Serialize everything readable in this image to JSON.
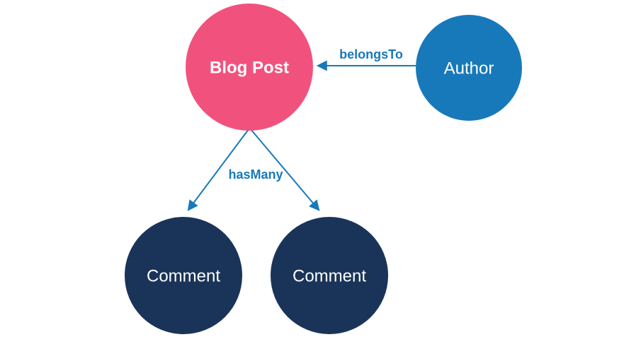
{
  "diagram": {
    "nodes": {
      "blog_post": {
        "label": "Blog Post"
      },
      "author": {
        "label": "Author"
      },
      "comment_1": {
        "label": "Comment"
      },
      "comment_2": {
        "label": "Comment"
      }
    },
    "relationships": {
      "belongs_to": {
        "label": "belongsTo"
      },
      "has_many": {
        "label": "hasMany"
      }
    },
    "colors": {
      "blog_post_fill": "#f1527d",
      "author_fill": "#1779ba",
      "comment_fill": "#1a3459",
      "arrow": "#1779ba",
      "edge_label_text": "#1779ba",
      "node_text": "#ffffff",
      "background": "#ffffff"
    }
  }
}
